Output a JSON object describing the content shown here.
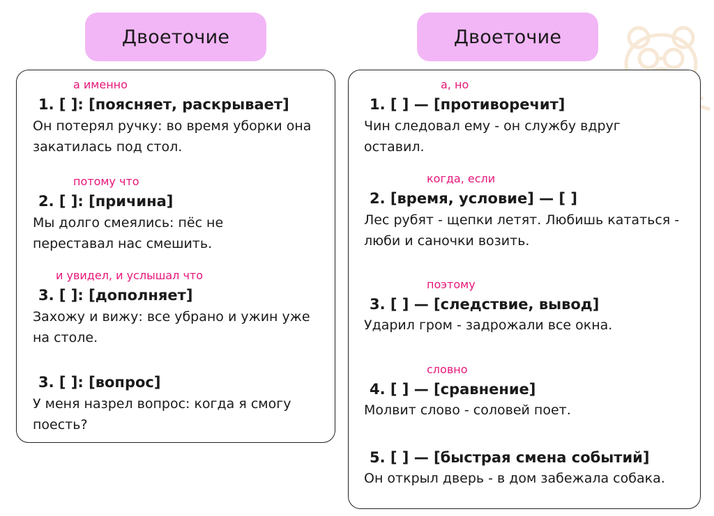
{
  "left": {
    "title": "Двоеточие",
    "rules": [
      {
        "conj": "а именно",
        "formula": "1. [      ]: [поясняет, раскрывает]",
        "example": "Он потерял ручку: во время уборки она закатилась под стол."
      },
      {
        "conj": "потому что",
        "formula": "2. [      ]: [причина]",
        "example": "Мы долго смеялись: пёс не переставал нас смешить."
      },
      {
        "conj": "и увидел, и услышал что",
        "formula": "3. [      ]: [дополняет]",
        "example": "Захожу и вижу: все убрано и ужин уже на столе."
      },
      {
        "conj": "",
        "formula": "3. [      ]: [вопрос]",
        "example": "У меня назрел вопрос: когда я смогу поесть?"
      }
    ]
  },
  "right": {
    "title": "Двоеточие",
    "rules": [
      {
        "conj": "а, но",
        "formula": "1. [      ] — [противоречит]",
        "example": "Чин следовал ему - он службу вдруг оставил."
      },
      {
        "conj": "когда, если",
        "formula": "2. [время, условие] — [      ]",
        "example": "Лес рубят - щепки летят. Любишь кататься - люби и саночки возить."
      },
      {
        "conj": "поэтому",
        "formula": "3. [      ] — [следствие, вывод]",
        "example": "Ударил гром - задрожали все окна."
      },
      {
        "conj": "словно",
        "formula": "4. [      ] — [сравнение]",
        "example": "Молвит слово - соловей поет."
      },
      {
        "conj": "",
        "formula": "5. [      ] — [быстрая смена событий]",
        "example": "Он открыл дверь - в дом забежала собака."
      }
    ]
  },
  "colors": {
    "pill": "#f2b6f6",
    "conjunction": "#e6177a",
    "border": "#222222"
  },
  "icons": {
    "watermark": "bear-mascot-icon"
  }
}
